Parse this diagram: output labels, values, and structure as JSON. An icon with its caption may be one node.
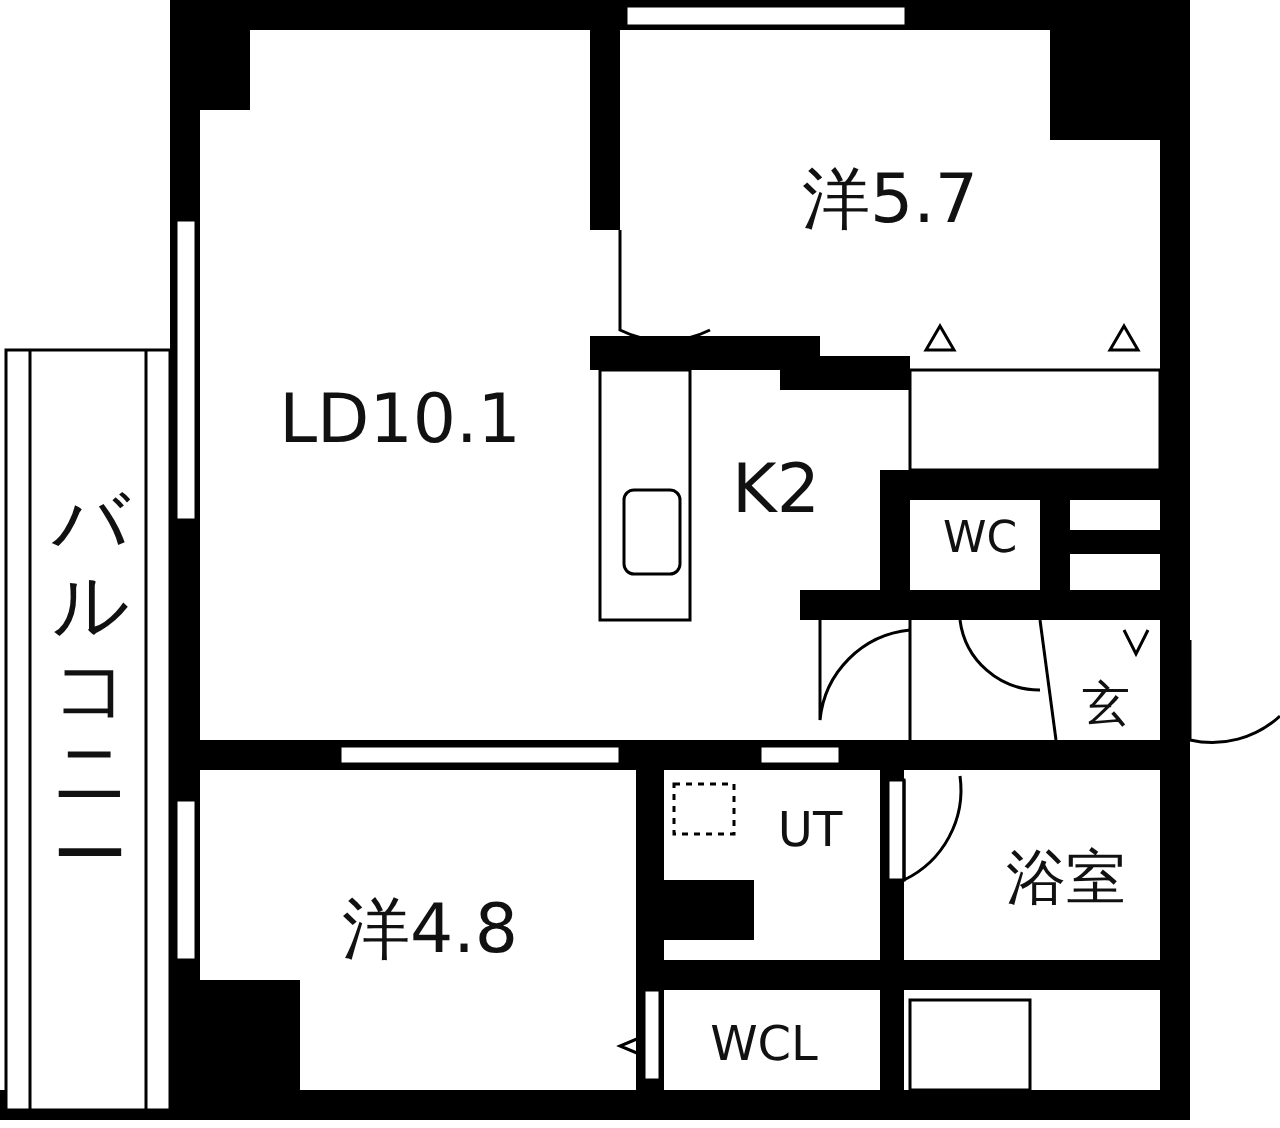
{
  "diagram": {
    "nodes": [
      {
        "text": [
          "LD10.1"
        ]
      },
      {
        "text": [
          "洋5.7"
        ]
      },
      {
        "text": [
          "K2"
        ]
      },
      {
        "text": [
          "WC"
        ]
      },
      {
        "text": [
          "玄"
        ]
      },
      {
        "text": [
          "洋4.8"
        ]
      },
      {
        "text": [
          "UT"
        ]
      },
      {
        "text": [
          "浴室"
        ]
      },
      {
        "text": [
          "WCL"
        ]
      },
      {
        "text": [
          "バルコニー"
        ]
      }
    ]
  }
}
